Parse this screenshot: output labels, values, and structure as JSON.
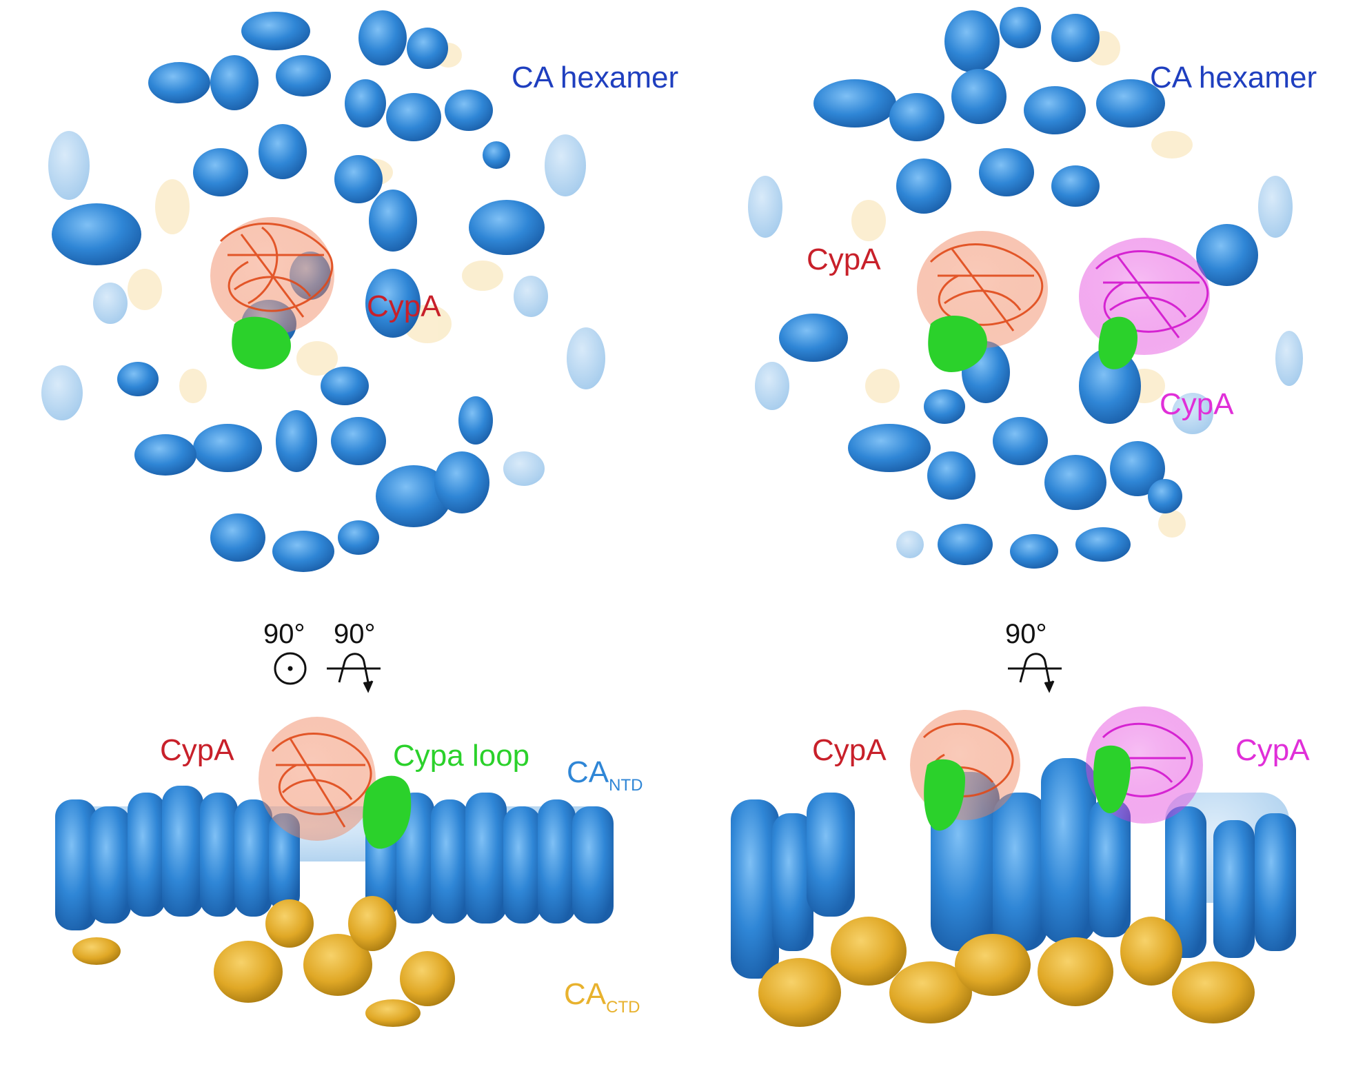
{
  "colors": {
    "ca_blue": "#2f86d6",
    "ca_blue_light": "#8fbfe8",
    "ctd_gold": "#e8b22e",
    "ctd_gold_light": "#f3dca0",
    "cypa_red": "#c8202a",
    "cypa_orange": "#f0825a",
    "cypa_magenta": "#e02fd8",
    "loop_green": "#2bd12b",
    "label_blue": "#1f3fbf"
  },
  "labels": {
    "top_left": {
      "ca_hexamer": "CA hexamer",
      "cypa": "CypA"
    },
    "top_right": {
      "ca_hexamer": "CA hexamer",
      "cypa_red": "CypA",
      "cypa_magenta": "CypA"
    },
    "rotation_left": {
      "angle1": "90°",
      "angle2": "90°"
    },
    "rotation_right": {
      "angle": "90°"
    },
    "bottom_left": {
      "cypa": "CypA",
      "cypa_loop": "Cypa loop",
      "ca": "CA",
      "ntd": "NTD",
      "ca2": "CA",
      "ctd": "CTD"
    },
    "bottom_right": {
      "cypa_red": "CypA",
      "cypa_magenta": "CypA"
    }
  },
  "icons": [
    "axis-out-of-plane-icon",
    "rotation-arrow-icon"
  ]
}
